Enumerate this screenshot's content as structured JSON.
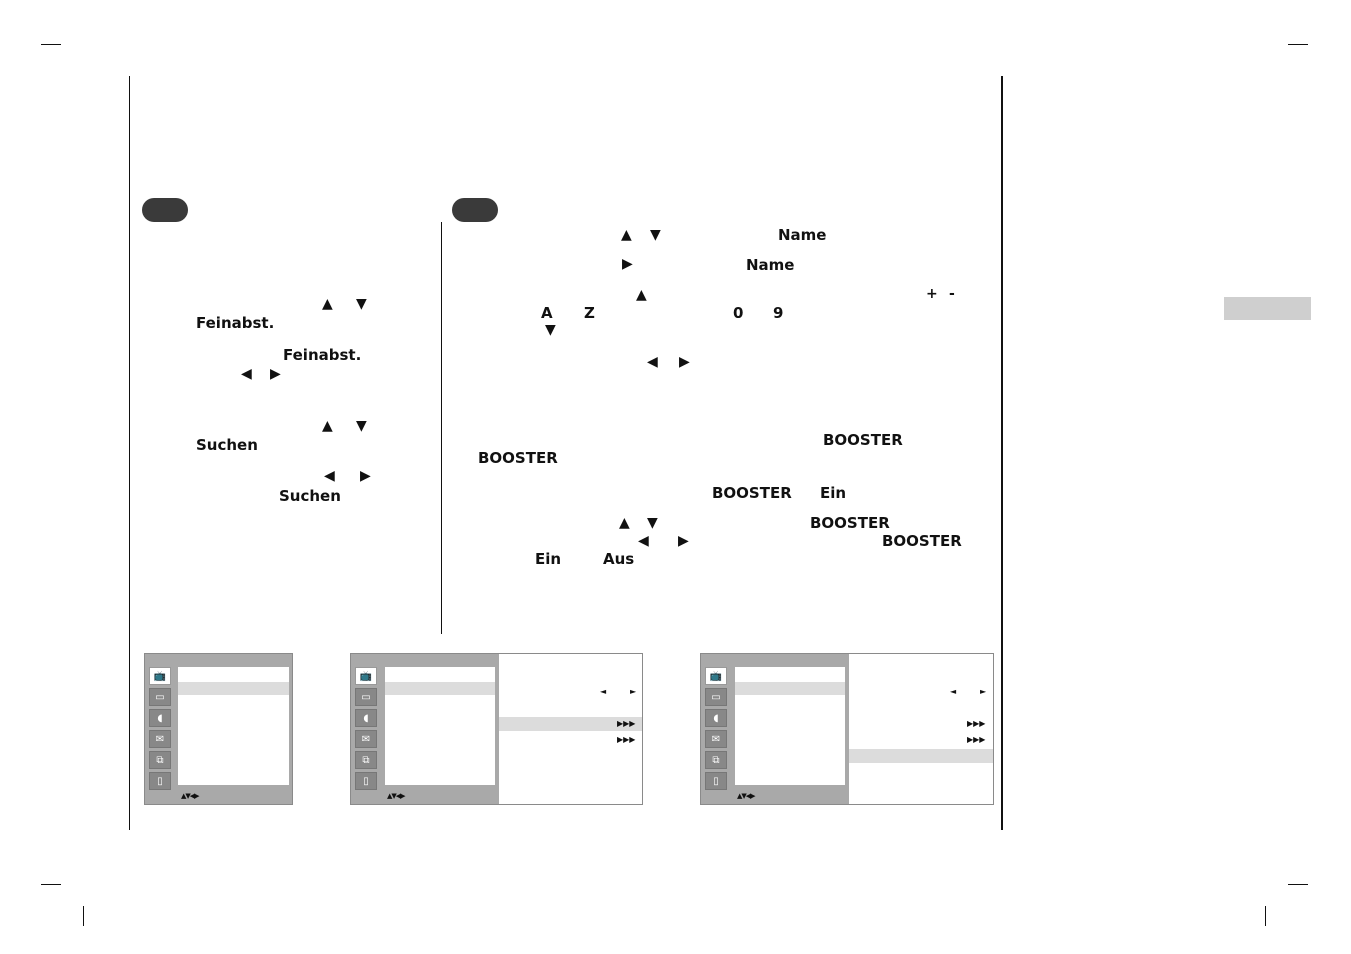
{
  "left": {
    "feinabst_1": "Feinabst.",
    "feinabst_2": "Feinabst.",
    "suchen_1": "Suchen",
    "suchen_2": "Suchen"
  },
  "right": {
    "name_1": "Name",
    "name_2": "Name",
    "plus": "+",
    "minus": "-",
    "char_a": "A",
    "char_z": "Z",
    "digit_0": "0",
    "digit_9": "9",
    "booster_1": "BOOSTER",
    "booster_2": "BOOSTER",
    "booster_3": "BOOSTER",
    "ein_1": "Ein",
    "booster_4": "BOOSTER",
    "booster_5": "BOOSTER",
    "ein_2": "Ein",
    "aus": "Aus"
  },
  "glyphs": {
    "up": "▲",
    "down": "▼",
    "left": "◀",
    "right": "▶",
    "small_left": "◄",
    "small_right": "►",
    "triple_right": "▶▶▶",
    "nav_arrows": "▲▼◀▶"
  },
  "colors": {
    "pill": "#3a3a3a",
    "tab": "#cfcfcf",
    "menu_side": "#a9a9a9",
    "menu_highlight": "#dcdcdc"
  }
}
